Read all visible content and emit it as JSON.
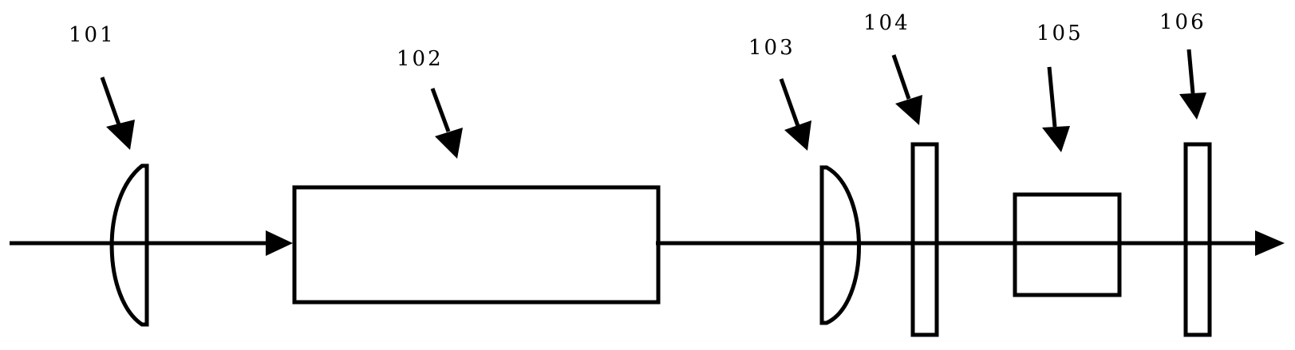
{
  "components": [
    {
      "id": "lens-1",
      "label": "101"
    },
    {
      "id": "rod-crystal",
      "label": "102"
    },
    {
      "id": "lens-2",
      "label": "103"
    },
    {
      "id": "plate-1",
      "label": "104"
    },
    {
      "id": "cube-crystal",
      "label": "105"
    },
    {
      "id": "plate-2",
      "label": "106"
    }
  ],
  "colors": {
    "stroke": "#000000",
    "background": "#ffffff"
  }
}
